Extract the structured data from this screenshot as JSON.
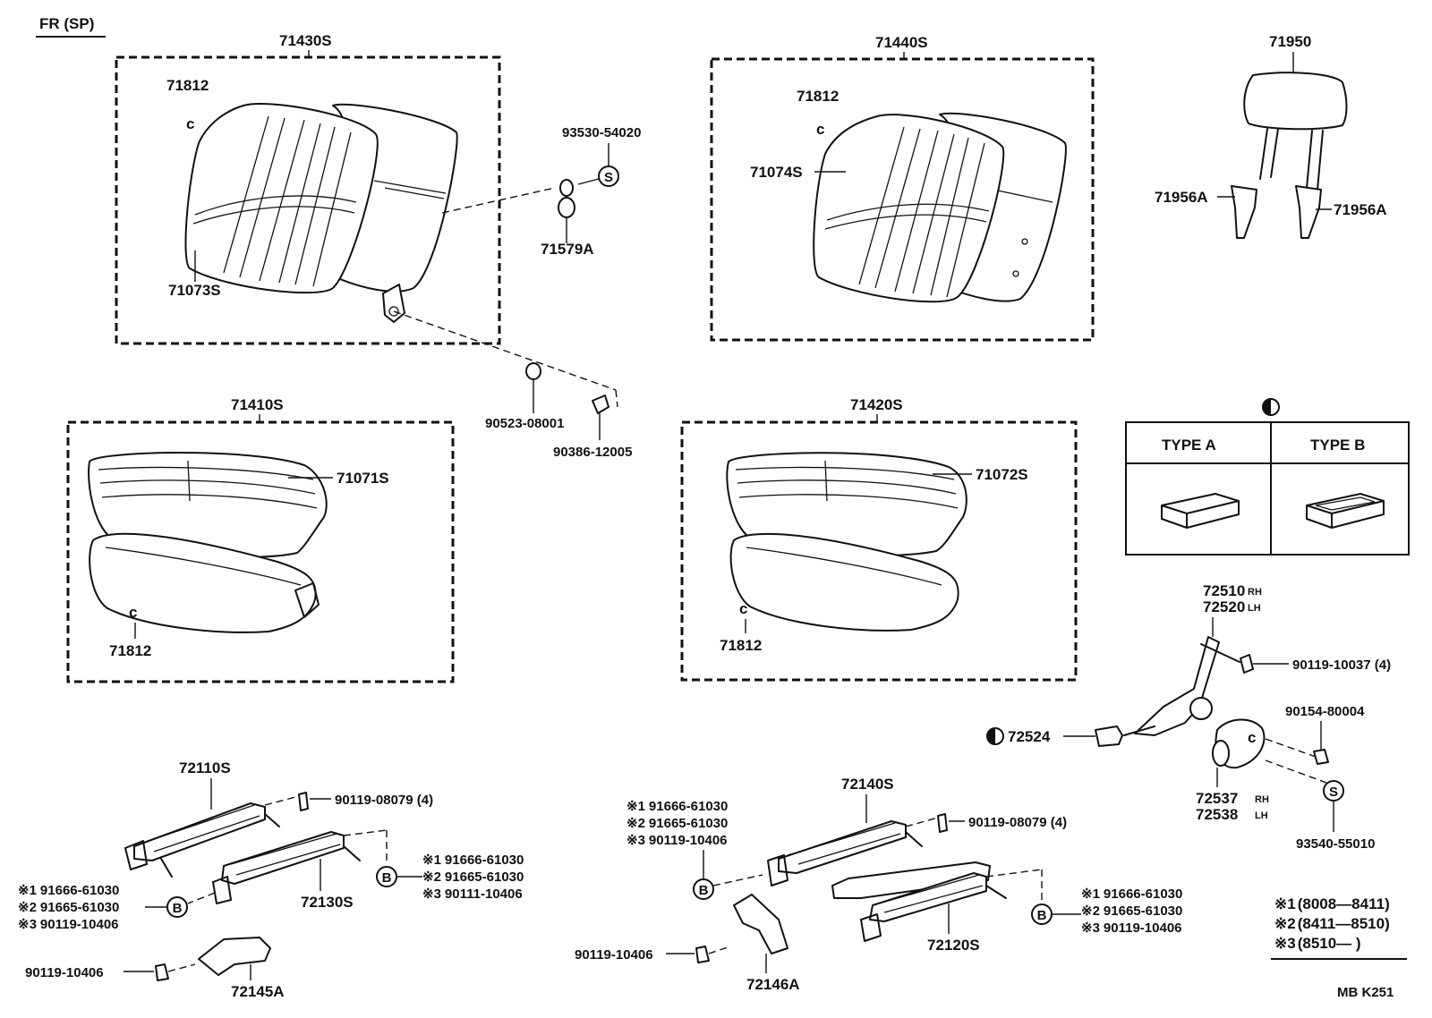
{
  "header": {
    "section": "FR (SP)",
    "footer_code": "MB K251"
  },
  "parts": {
    "p71430S": "71430S",
    "p71812a": "71812",
    "p71073S": "71073S",
    "p93530": "93530-54020",
    "p71579A": "71579A",
    "p90523": "90523-08001",
    "p90386": "90386-12005",
    "p71440S": "71440S",
    "p71812b": "71812",
    "p71074S": "71074S",
    "p71950": "71950",
    "p71956A_l": "71956A",
    "p71956A_r": "71956A",
    "p71410S": "71410S",
    "p71071S": "71071S",
    "p71812c": "71812",
    "p71420S": "71420S",
    "p71072S": "71072S",
    "p71812d": "71812",
    "p72510": "72510",
    "p72510_side": "RH",
    "p72520": "72520",
    "p72520_side": "LH",
    "p90119_10037": "90119-10037 (4)",
    "p90154": "90154-80004",
    "p72524": "72524",
    "p72537": "72537",
    "p72537_side": "RH",
    "p72538": "72538",
    "p72538_side": "LH",
    "p93540": "93540-55010",
    "p72110S": "72110S",
    "p90119_08079a": "90119-08079 (4)",
    "p72130S": "72130S",
    "p90119_10406a": "90119-10406",
    "p72145A": "72145A",
    "p72140S": "72140S",
    "p90119_08079b": "90119-08079 (4)",
    "p72120S": "72120S",
    "p90119_10406b": "90119-10406",
    "p72146A": "72146A"
  },
  "callouts": {
    "s_symbol": "S",
    "b_symbol": "B"
  },
  "variants": [
    {
      "mark": "※1",
      "part": "91666-61030"
    },
    {
      "mark": "※2",
      "part": "91665-61030"
    },
    {
      "mark": "※3",
      "part": "90119-10406"
    }
  ],
  "variants_alt": [
    {
      "mark": "※1",
      "part": "91666-61030"
    },
    {
      "mark": "※2",
      "part": "91665-61030"
    },
    {
      "mark": "※3",
      "part": "90111-10406"
    }
  ],
  "legend_dates": [
    {
      "mark": "※1",
      "range": "(8008—8411)"
    },
    {
      "mark": "※2",
      "range": "(8411—8510)"
    },
    {
      "mark": "※3",
      "range": "(8510—       )"
    }
  ],
  "type_table": {
    "type_a": "TYPE A",
    "type_b": "TYPE B"
  }
}
